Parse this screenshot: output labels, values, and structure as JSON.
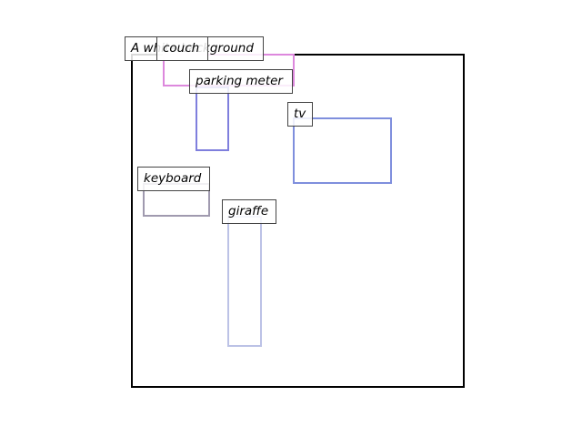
{
  "caption": "A white background",
  "regions": [
    {
      "label": "couch",
      "color": "#dd88dd"
    },
    {
      "label": "parking meter",
      "color": "#7f7fdd"
    },
    {
      "label": "tv",
      "color": "#7f8fdd"
    },
    {
      "label": "keyboard",
      "color": "#a09aaf"
    },
    {
      "label": "giraffe",
      "color": "#bcc2e6"
    }
  ]
}
